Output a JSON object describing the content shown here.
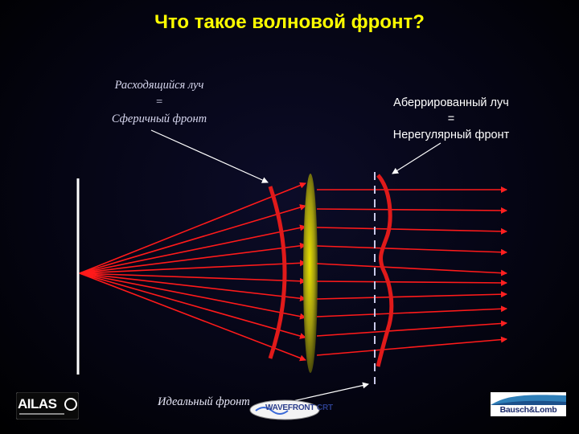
{
  "title": "Что такое волновой фронт?",
  "label_spherical": {
    "line1": "Расходящийся луч",
    "line2": "=",
    "line3": "Сферичный фронт"
  },
  "label_aberrated": {
    "line1": "Аберрированный луч",
    "line2": "=",
    "line3": "Нерегулярный фронт"
  },
  "label_ideal": "Идеальный фронт",
  "logos": {
    "left": "AILAS",
    "center": "WAVEFRONT CRT",
    "right": "Bausch&Lomb"
  },
  "colors": {
    "title": "#ffff00",
    "rays": "#ff1a1a",
    "wavefront": "#e01a1a",
    "lens": "#b0a800",
    "background": "#000014"
  }
}
